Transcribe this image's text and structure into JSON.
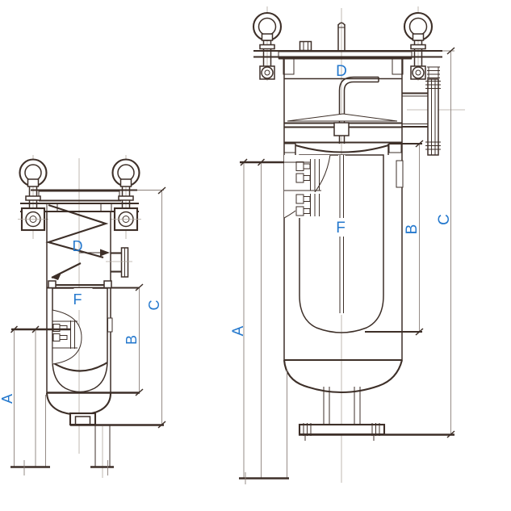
{
  "page": {
    "background_color": "#ffffff"
  },
  "diagram": {
    "type": "technical-drawing",
    "subject": "Sectional views of two bag filter housings with dimension callouts",
    "line_color": "#3d2f28",
    "label_color": "#2478cd",
    "views": [
      {
        "id": "small-bag-filter",
        "position": "left",
        "labels": {
          "A": "A",
          "B": "B",
          "C": "C",
          "D": "D",
          "F": "F"
        }
      },
      {
        "id": "large-bag-filter",
        "position": "right",
        "labels": {
          "A": "A",
          "B": "B",
          "C": "C",
          "D": "D",
          "F": "F"
        }
      }
    ]
  }
}
